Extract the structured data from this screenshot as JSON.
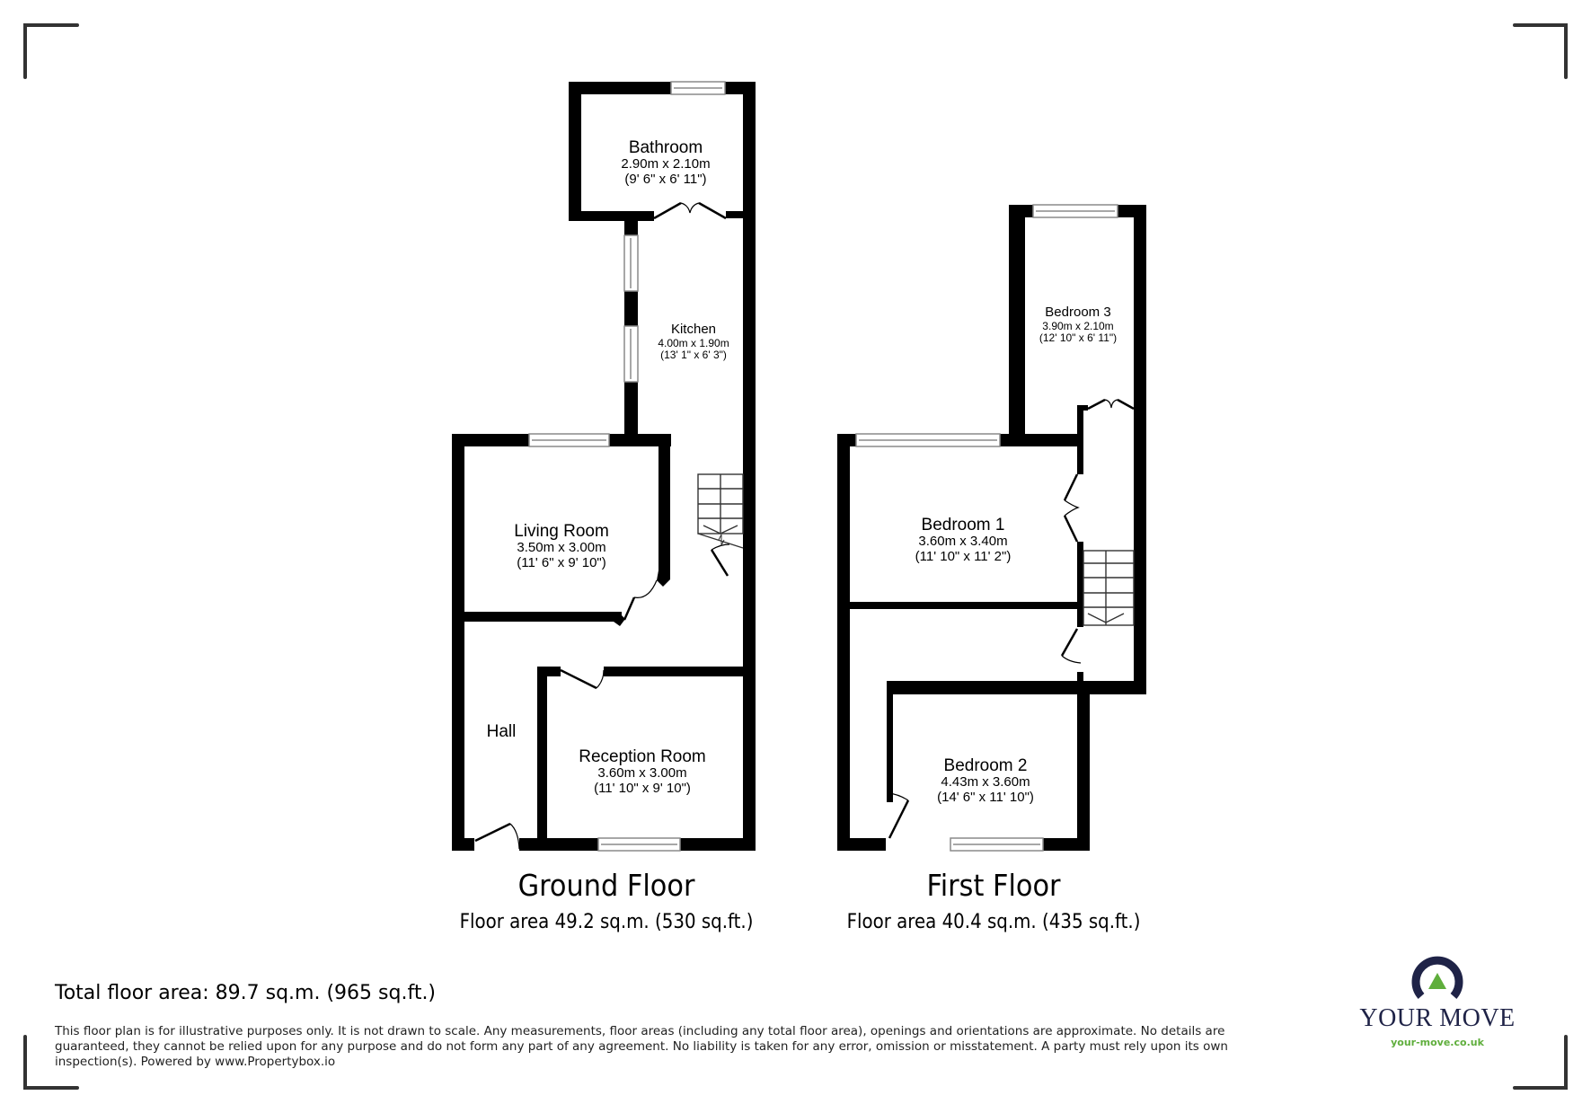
{
  "ground_floor": {
    "title": "Ground Floor",
    "area": "Floor area 49.2 sq.m. (530 sq.ft.)",
    "rooms": {
      "bathroom": {
        "name": "Bathroom",
        "metric": "2.90m x 2.10m",
        "imperial": "(9' 6\" x 6' 11\")"
      },
      "kitchen": {
        "name": "Kitchen",
        "metric": "4.00m x 1.90m",
        "imperial": "(13' 1\" x 6' 3\")"
      },
      "living_room": {
        "name": "Living Room",
        "metric": "3.50m x 3.00m",
        "imperial": "(11' 6\" x 9' 10\")"
      },
      "hall": {
        "name": "Hall"
      },
      "reception_room": {
        "name": "Reception Room",
        "metric": "3.60m x 3.00m",
        "imperial": "(11' 10\" x 9' 10\")"
      }
    }
  },
  "first_floor": {
    "title": "First Floor",
    "area": "Floor area 40.4 sq.m. (435 sq.ft.)",
    "rooms": {
      "bedroom_3": {
        "name": "Bedroom 3",
        "metric": "3.90m x 2.10m",
        "imperial": "(12' 10\" x 6' 11\")"
      },
      "bedroom_1": {
        "name": "Bedroom 1",
        "metric": "3.60m x 3.40m",
        "imperial": "(11' 10\" x 11' 2\")"
      },
      "bedroom_2": {
        "name": "Bedroom 2",
        "metric": "4.43m x 3.60m",
        "imperial": "(14' 6\" x 11' 10\")"
      }
    }
  },
  "total_area": "Total floor area: 89.7 sq.m. (965 sq.ft.)",
  "disclaimer": "This floor plan is for illustrative purposes only. It is not drawn to scale. Any measurements, floor areas (including any total floor area), openings and orientations are approximate. No details are guaranteed, they cannot be relied upon for any purpose and do not form any part of any agreement. No liability is taken for any error, omission or misstatement. A party must rely upon its own inspection(s). Powered by www.Propertybox.io",
  "logo": {
    "brand": "YOUR MOVE",
    "url": "your-move.co.uk",
    "colors": {
      "navy": "#1f2347",
      "green": "#5fae3c"
    }
  },
  "colors": {
    "wall": "#000000",
    "window": "#8a8a8a",
    "corner_mark": "#333333"
  }
}
